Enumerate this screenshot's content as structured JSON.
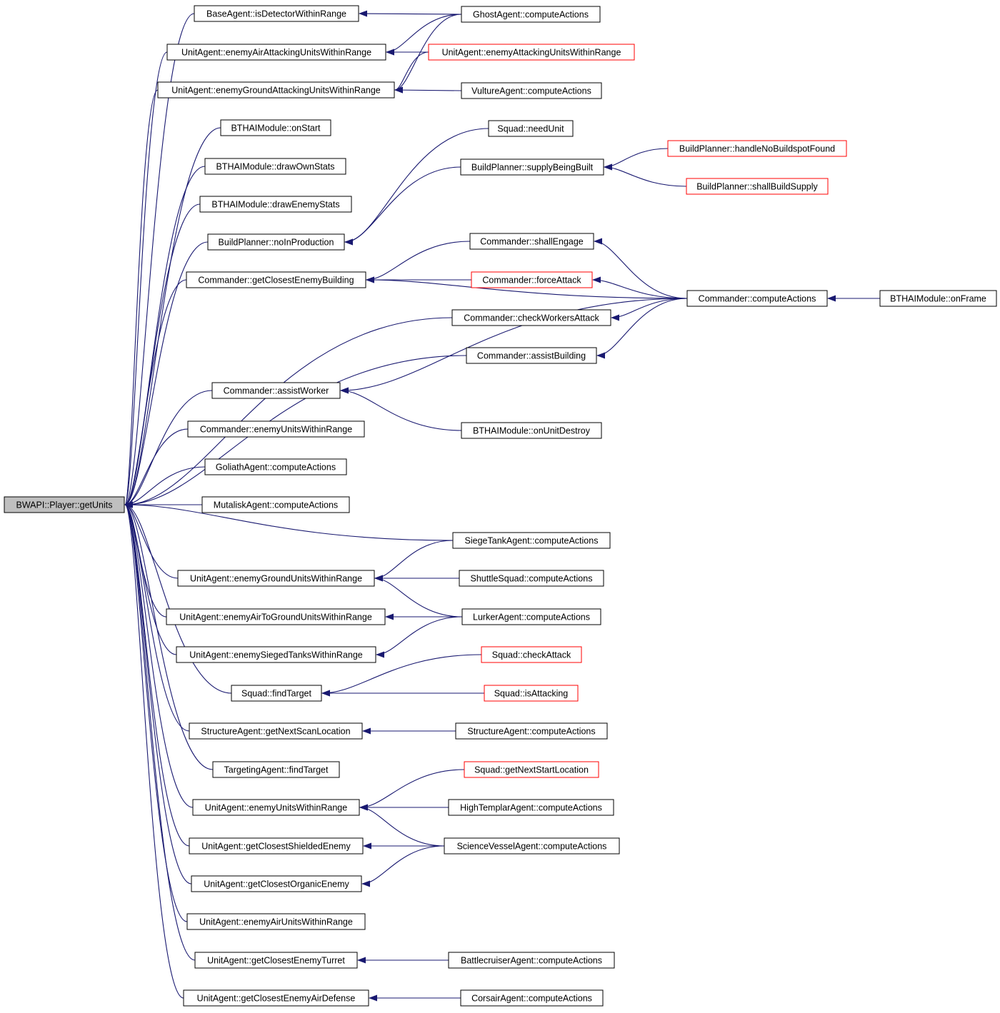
{
  "colors": {
    "edge": "#191970",
    "border_normal": "#000000",
    "border_truncated": "#ff0000",
    "root_fill": "#bfbfbf",
    "node_fill": "#ffffff"
  },
  "nodes": [
    {
      "id": "root",
      "label": "BWAPI::Player::getUnits",
      "style": "root"
    },
    {
      "id": "c1",
      "label": "BaseAgent::isDetectorWithinRange",
      "style": "normal"
    },
    {
      "id": "c2",
      "label": "UnitAgent::enemyAirAttackingUnitsWithinRange",
      "style": "normal"
    },
    {
      "id": "c3",
      "label": "UnitAgent::enemyGroundAttackingUnitsWithinRange",
      "style": "normal"
    },
    {
      "id": "c4",
      "label": "BTHAIModule::onStart",
      "style": "normal"
    },
    {
      "id": "c5",
      "label": "BTHAIModule::drawOwnStats",
      "style": "normal"
    },
    {
      "id": "c6",
      "label": "BTHAIModule::drawEnemyStats",
      "style": "normal"
    },
    {
      "id": "c7",
      "label": "BuildPlanner::noInProduction",
      "style": "normal"
    },
    {
      "id": "c8",
      "label": "Commander::getClosestEnemyBuilding",
      "style": "normal"
    },
    {
      "id": "c9",
      "label": "Commander::assistWorker",
      "style": "normal"
    },
    {
      "id": "c10",
      "label": "Commander::enemyUnitsWithinRange",
      "style": "normal"
    },
    {
      "id": "c11",
      "label": "GoliathAgent::computeActions",
      "style": "normal"
    },
    {
      "id": "c12",
      "label": "MutaliskAgent::computeActions",
      "style": "normal"
    },
    {
      "id": "c13",
      "label": "UnitAgent::enemyGroundUnitsWithinRange",
      "style": "normal"
    },
    {
      "id": "c14",
      "label": "UnitAgent::enemyAirToGroundUnitsWithinRange",
      "style": "normal"
    },
    {
      "id": "c15",
      "label": "UnitAgent::enemySiegedTanksWithinRange",
      "style": "normal"
    },
    {
      "id": "c16",
      "label": "Squad::findTarget",
      "style": "normal"
    },
    {
      "id": "c17",
      "label": "StructureAgent::getNextScanLocation",
      "style": "normal"
    },
    {
      "id": "c18",
      "label": "TargetingAgent::findTarget",
      "style": "normal"
    },
    {
      "id": "c19",
      "label": "UnitAgent::enemyUnitsWithinRange",
      "style": "normal"
    },
    {
      "id": "c20",
      "label": "UnitAgent::getClosestShieldedEnemy",
      "style": "normal"
    },
    {
      "id": "c21",
      "label": "UnitAgent::getClosestOrganicEnemy",
      "style": "normal"
    },
    {
      "id": "c22",
      "label": "UnitAgent::enemyAirUnitsWithinRange",
      "style": "normal"
    },
    {
      "id": "c23",
      "label": "UnitAgent::getClosestEnemyTurret",
      "style": "normal"
    },
    {
      "id": "c24",
      "label": "UnitAgent::getClosestEnemyAirDefense",
      "style": "normal"
    },
    {
      "id": "d1",
      "label": "GhostAgent::computeActions",
      "style": "normal"
    },
    {
      "id": "d2",
      "label": "UnitAgent::enemyAttackingUnitsWithinRange",
      "style": "truncated"
    },
    {
      "id": "d3",
      "label": "VultureAgent::computeActions",
      "style": "normal"
    },
    {
      "id": "d4",
      "label": "Squad::needUnit",
      "style": "normal"
    },
    {
      "id": "d5",
      "label": "BuildPlanner::supplyBeingBuilt",
      "style": "normal"
    },
    {
      "id": "d6",
      "label": "Commander::shallEngage",
      "style": "normal"
    },
    {
      "id": "d7",
      "label": "Commander::forceAttack",
      "style": "truncated"
    },
    {
      "id": "d8",
      "label": "Commander::checkWorkersAttack",
      "style": "normal"
    },
    {
      "id": "d9",
      "label": "Commander::assistBuilding",
      "style": "normal"
    },
    {
      "id": "d10",
      "label": "BTHAIModule::onUnitDestroy",
      "style": "normal"
    },
    {
      "id": "d11",
      "label": "SiegeTankAgent::computeActions",
      "style": "normal"
    },
    {
      "id": "d12",
      "label": "ShuttleSquad::computeActions",
      "style": "normal"
    },
    {
      "id": "d13",
      "label": "LurkerAgent::computeActions",
      "style": "normal"
    },
    {
      "id": "d14",
      "label": "Squad::checkAttack",
      "style": "truncated"
    },
    {
      "id": "d15",
      "label": "Squad::isAttacking",
      "style": "truncated"
    },
    {
      "id": "d16",
      "label": "StructureAgent::computeActions",
      "style": "normal"
    },
    {
      "id": "d17",
      "label": "Squad::getNextStartLocation",
      "style": "truncated"
    },
    {
      "id": "d18",
      "label": "HighTemplarAgent::computeActions",
      "style": "normal"
    },
    {
      "id": "d19",
      "label": "ScienceVesselAgent::computeActions",
      "style": "normal"
    },
    {
      "id": "d20",
      "label": "BattlecruiserAgent::computeActions",
      "style": "normal"
    },
    {
      "id": "d21",
      "label": "CorsairAgent::computeActions",
      "style": "normal"
    },
    {
      "id": "e1",
      "label": "BuildPlanner::handleNoBuildspotFound",
      "style": "truncated"
    },
    {
      "id": "e2",
      "label": "BuildPlanner::shallBuildSupply",
      "style": "truncated"
    },
    {
      "id": "e3",
      "label": "Commander::computeActions",
      "style": "normal"
    },
    {
      "id": "f1",
      "label": "BTHAIModule::onFrame",
      "style": "normal"
    }
  ],
  "edges": [
    [
      "c1",
      "root"
    ],
    [
      "c2",
      "root"
    ],
    [
      "c3",
      "root"
    ],
    [
      "c4",
      "root"
    ],
    [
      "c5",
      "root"
    ],
    [
      "c6",
      "root"
    ],
    [
      "c7",
      "root"
    ],
    [
      "c8",
      "root"
    ],
    [
      "d8",
      "root"
    ],
    [
      "d9",
      "root"
    ],
    [
      "c9",
      "root"
    ],
    [
      "c10",
      "root"
    ],
    [
      "c11",
      "root"
    ],
    [
      "c12",
      "root"
    ],
    [
      "d11",
      "root"
    ],
    [
      "c13",
      "root"
    ],
    [
      "c14",
      "root"
    ],
    [
      "c15",
      "root"
    ],
    [
      "c16",
      "root"
    ],
    [
      "c17",
      "root"
    ],
    [
      "c18",
      "root"
    ],
    [
      "c19",
      "root"
    ],
    [
      "c20",
      "root"
    ],
    [
      "c21",
      "root"
    ],
    [
      "c22",
      "root"
    ],
    [
      "c23",
      "root"
    ],
    [
      "c24",
      "root"
    ],
    [
      "d1",
      "c1"
    ],
    [
      "d1",
      "c2"
    ],
    [
      "d2",
      "c2"
    ],
    [
      "d1",
      "c3"
    ],
    [
      "d2",
      "c3"
    ],
    [
      "d3",
      "c3"
    ],
    [
      "d4",
      "c7"
    ],
    [
      "d5",
      "c7"
    ],
    [
      "e3",
      "c8"
    ],
    [
      "d6",
      "c8"
    ],
    [
      "d7",
      "c8"
    ],
    [
      "e3",
      "c9"
    ],
    [
      "d10",
      "c9"
    ],
    [
      "d11",
      "c13"
    ],
    [
      "d12",
      "c13"
    ],
    [
      "d13",
      "c13"
    ],
    [
      "d13",
      "c14"
    ],
    [
      "d13",
      "c15"
    ],
    [
      "d14",
      "c16"
    ],
    [
      "d15",
      "c16"
    ],
    [
      "d16",
      "c17"
    ],
    [
      "d17",
      "c19"
    ],
    [
      "d18",
      "c19"
    ],
    [
      "d19",
      "c19"
    ],
    [
      "d19",
      "c20"
    ],
    [
      "d19",
      "c21"
    ],
    [
      "d20",
      "c23"
    ],
    [
      "d21",
      "c24"
    ],
    [
      "e1",
      "d5"
    ],
    [
      "e2",
      "d5"
    ],
    [
      "e3",
      "d6"
    ],
    [
      "e3",
      "d7"
    ],
    [
      "e3",
      "d8"
    ],
    [
      "e3",
      "d9"
    ],
    [
      "f1",
      "e3"
    ]
  ]
}
